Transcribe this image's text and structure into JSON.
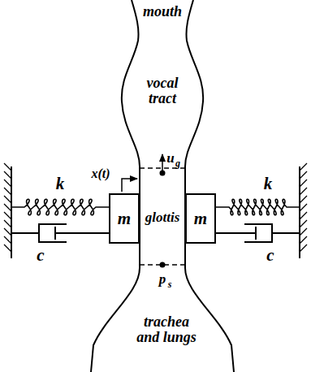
{
  "diagram": {
    "nodes": [
      {
        "text": [
          "m"
        ]
      },
      {
        "text": [
          "m"
        ]
      }
    ],
    "labels": [
      "mouth",
      "vocal tract",
      "glottis",
      "trachea and lungs",
      "k",
      "k",
      "c",
      "c",
      "x(t)",
      "u",
      "g",
      "p",
      "s"
    ]
  }
}
